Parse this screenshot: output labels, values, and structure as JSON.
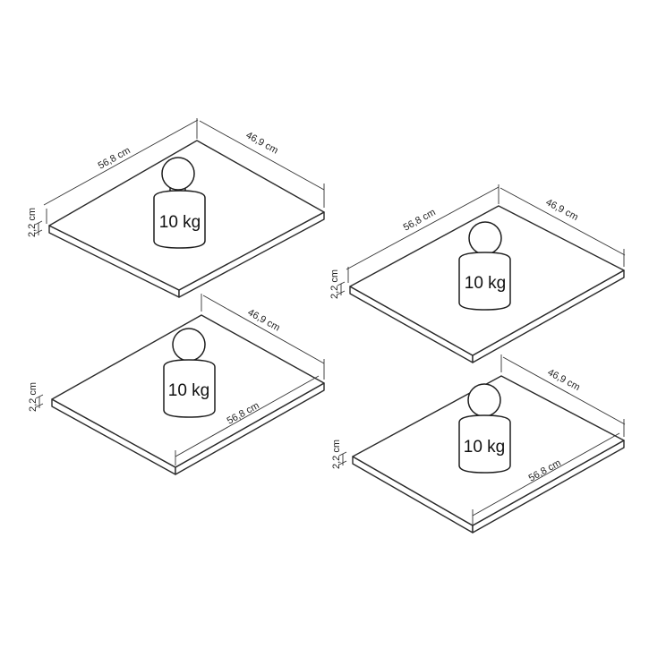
{
  "units": {
    "length": "56,8 cm",
    "width": "46,9 cm",
    "thickness": "2,2 cm"
  },
  "weight": {
    "label": "10 kg"
  },
  "panels": [
    {
      "id": "shelf-top-left"
    },
    {
      "id": "shelf-top-right"
    },
    {
      "id": "shelf-bottom-left"
    },
    {
      "id": "shelf-bottom-right"
    }
  ]
}
